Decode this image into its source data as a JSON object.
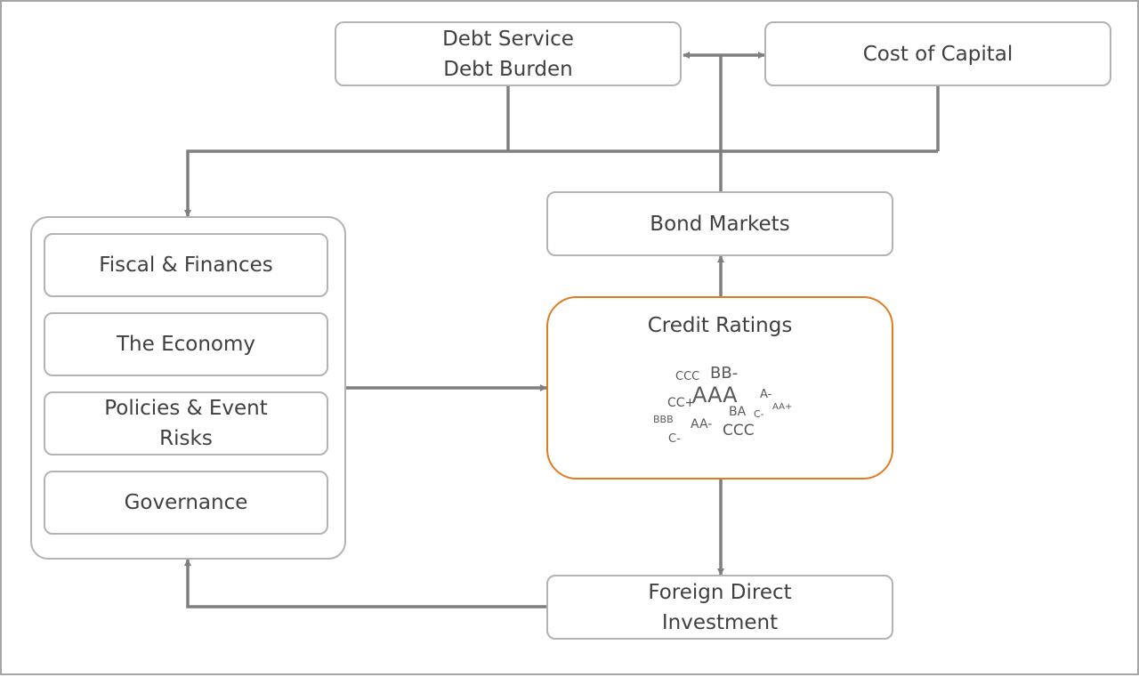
{
  "nodes": {
    "debt_service": {
      "lines": [
        "Debt Service",
        "Debt Burden"
      ]
    },
    "cost_of_capital": {
      "label": "Cost of Capital"
    },
    "bond_markets": {
      "label": "Bond Markets"
    },
    "credit_ratings": {
      "title": "Credit Ratings",
      "ratings": [
        "CCC",
        "BB-",
        "CC+",
        "AAA",
        "A-",
        "BA",
        "C-",
        "AA+",
        "BBB",
        "AA-",
        "CCC",
        "C-"
      ]
    },
    "fdi": {
      "lines": [
        "Foreign Direct",
        "Investment"
      ]
    },
    "factors": {
      "items": [
        {
          "lines": [
            "Fiscal & Finances"
          ]
        },
        {
          "lines": [
            "The Economy"
          ]
        },
        {
          "lines": [
            "Policies & Event",
            "Risks"
          ]
        },
        {
          "lines": [
            "Governance"
          ]
        }
      ]
    }
  },
  "colors": {
    "accent": "#e07b22",
    "border": "#b3b3b3",
    "arrow": "#7f7f7f",
    "text": "#404040"
  }
}
